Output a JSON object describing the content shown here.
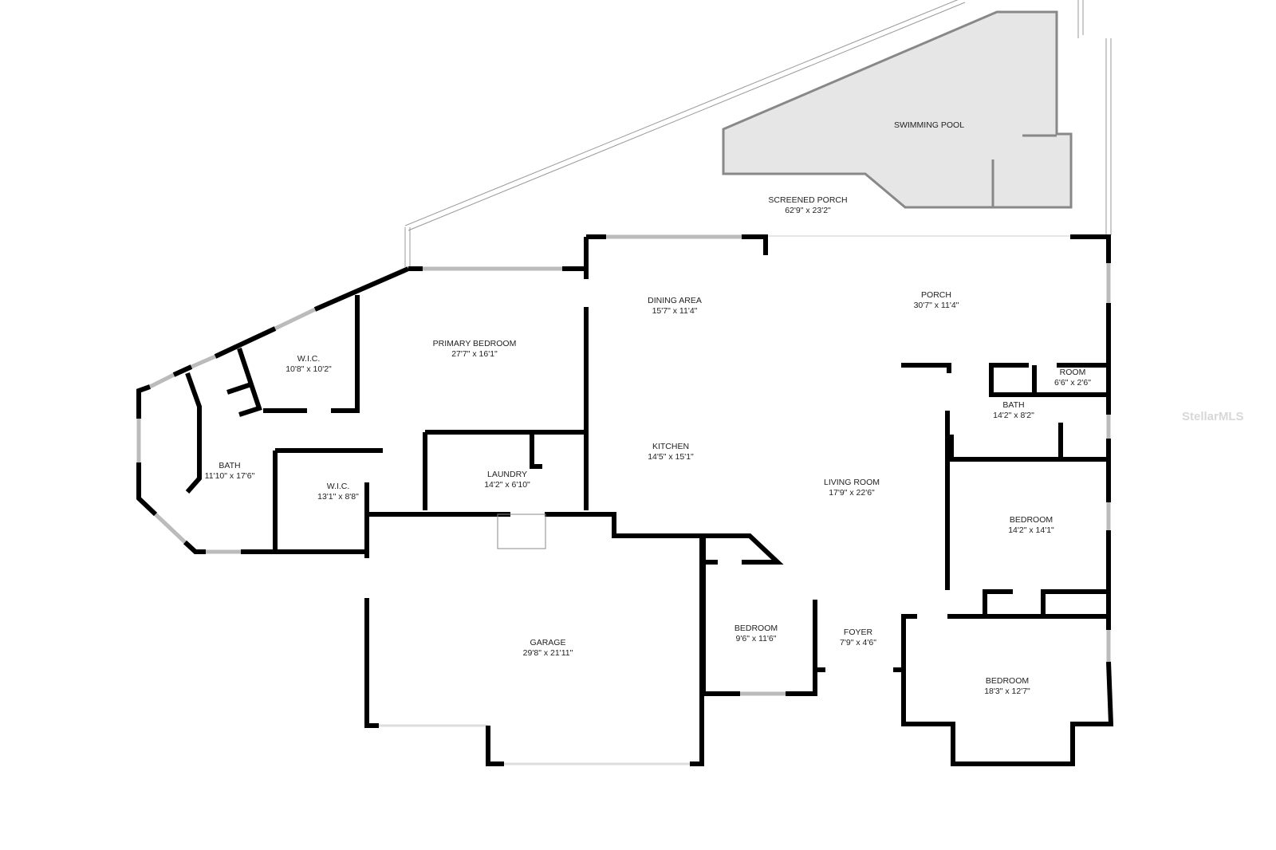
{
  "rooms": [
    {
      "name": "SWIMMING POOL",
      "dims": ""
    },
    {
      "name": "SCREENED PORCH",
      "dims": "62'9\" x 23'2\""
    },
    {
      "name": "DINING AREA",
      "dims": "15'7\" x 11'4\""
    },
    {
      "name": "PORCH",
      "dims": "30'7\" x 11'4\""
    },
    {
      "name": "PRIMARY BEDROOM",
      "dims": "27'7\" x 16'1\""
    },
    {
      "name": "W.I.C.",
      "dims": "10'8\" x 10'2\""
    },
    {
      "name": "BATH",
      "dims": "11'10\" x 17'6\""
    },
    {
      "name": "W.I.C.",
      "dims": "13'1\" x 8'8\""
    },
    {
      "name": "LAUNDRY",
      "dims": "14'2\" x 6'10\""
    },
    {
      "name": "KITCHEN",
      "dims": "14'5\" x 15'1\""
    },
    {
      "name": "LIVING ROOM",
      "dims": "17'9\" x 22'6\""
    },
    {
      "name": "ROOM",
      "dims": "6'6\" x 2'6\""
    },
    {
      "name": "BATH",
      "dims": "14'2\" x 8'2\""
    },
    {
      "name": "BEDROOM",
      "dims": "14'2\" x 14'1\""
    },
    {
      "name": "GARAGE",
      "dims": "29'8\" x 21'11\""
    },
    {
      "name": "BEDROOM",
      "dims": "9'6\" x 11'6\""
    },
    {
      "name": "FOYER",
      "dims": "7'9\" x 4'6\""
    },
    {
      "name": "BEDROOM",
      "dims": "18'3\" x 12'7\""
    }
  ],
  "watermark": "StellarMLS",
  "colors": {
    "wall": "#000000",
    "pool": "#e6e6e6",
    "window": "#cfcfcf"
  }
}
